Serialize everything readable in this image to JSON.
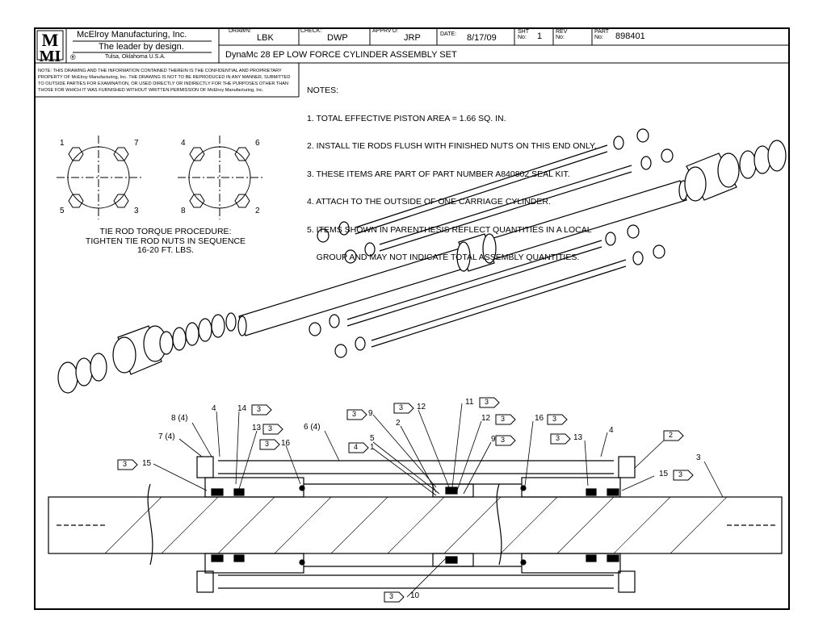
{
  "company": {
    "logo_letters": "MMI",
    "name": "McElroy Manufacturing, Inc.",
    "slogan": "The leader by design.",
    "location": "Tulsa, Oklahoma U.S.A.",
    "registered_mark": "®"
  },
  "title_block": {
    "drawn_label": "DRAWN:",
    "drawn": "LBK",
    "check_label": "CHECK:",
    "check": "DWP",
    "apprvd_label": "APPRV'D:",
    "apprvd": "JRP",
    "date_label": "DATE:",
    "date": "8/17/09",
    "sht_label": "SHT No:",
    "sht": "1",
    "rev_label": "REV No:",
    "rev": "",
    "part_label": "PART No:",
    "part": "898401",
    "title": "DynaMc 28 EP LOW FORCE CYLINDER ASSEMBLY SET"
  },
  "confidential_notice": "NOTE: THIS DRAWING AND THE INFORMATION CONTAINED THEREIN IS THE CONFIDENTIAL AND PROPRIETARY PROPERTY OF McElroy Manufacturing, Inc. THE DRAWING IS NOT TO BE REPRODUCED IN ANY MANNER, SUBMITTED TO OUTSIDE PARTIES FOR EXAMINATION, OR USED DIRECTLY OR INDIRECTLY FOR THE PURPOSES OTHER THAN THOSE FOR WHICH IT WAS FURNISHED WITHOUT WRITTEN PERMISSION OF McElroy Manufacturing, Inc.",
  "notes": {
    "heading": "NOTES:",
    "items": [
      "1. TOTAL EFFECTIVE PISTON AREA = 1.66 SQ. IN.",
      "2. INSTALL TIE RODS FLUSH WITH FINISHED NUTS ON THIS END ONLY.",
      "3. THESE ITEMS ARE PART OF PART NUMBER A840802 SEAL KIT.",
      "4. ATTACH TO THE OUTSIDE OF ONE CARRIAGE CYLINDER.",
      "5. ITEMS SHOWN IN PARENTHESIS REFLECT QUANTITIES IN A LOCAL",
      "    GROUP AND MAY NOT INDICATE TOTAL ASSEMBLY QUANTITIES."
    ]
  },
  "torque": {
    "title": "TIE ROD TORQUE PROCEDURE:",
    "line2": "TIGHTEN TIE ROD NUTS IN SEQUENCE",
    "line3": "16-20 FT. LBS.",
    "left_pattern": [
      "1",
      "7",
      "5",
      "3"
    ],
    "right_pattern": [
      "4",
      "6",
      "8",
      "2"
    ]
  },
  "callouts": {
    "c8": "8 (4)",
    "c7": "7 (4)",
    "c4a": "4",
    "c14": "14",
    "c13a": "13",
    "c16a": "16",
    "c6": "6 (4)",
    "c15a": "15",
    "c9a": "9",
    "c12a": "12",
    "c11": "11",
    "c2a": "2",
    "c12b": "12",
    "c5": "5",
    "c1": "1",
    "c9b": "9",
    "c16b": "16",
    "c13b": "13",
    "c4b": "4",
    "c2b": "2",
    "c3": "3",
    "c15b": "15",
    "c10": "10",
    "flag3": "3",
    "flag4": "4",
    "flag2": "2"
  }
}
